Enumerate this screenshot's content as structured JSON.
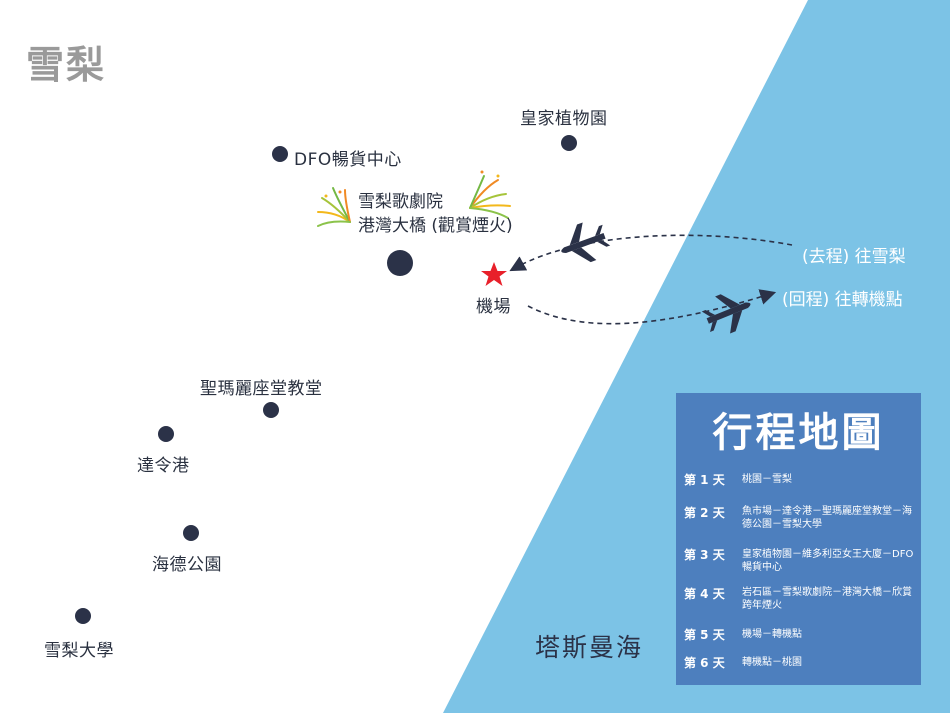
{
  "city_name": "雪梨",
  "sea_name": "塔斯曼海",
  "colors": {
    "sea": "#7cc3e6",
    "panel": "#4d7fbe",
    "dots": "#2b3248",
    "star": "#e8202a"
  },
  "places": {
    "botanic": "皇家植物園",
    "dfo": "DFO暢貨中心",
    "opera_line1": "雪梨歌劇院",
    "opera_line2": "港灣大橋 (觀賞煙火)",
    "airport": "機場",
    "st_mary": "聖瑪麗座堂教堂",
    "darling": "達令港",
    "hyde": "海德公園",
    "uni": "雪梨大學"
  },
  "routes": {
    "outbound": "(去程) 往雪梨",
    "return": "(回程) 往轉機點"
  },
  "itinerary": {
    "title": "行程地圖",
    "days": [
      {
        "day": "第 1 天",
        "desc": "桃園－雪梨"
      },
      {
        "day": "第 2 天",
        "desc": "魚市場－達令港－聖瑪麗座堂教堂－海德公園－雪梨大學"
      },
      {
        "day": "第 3 天",
        "desc": "皇家植物園－維多利亞女王大廈－DFO暢貨中心"
      },
      {
        "day": "第 4 天",
        "desc": "岩石區－雪梨歌劇院－港灣大橋－欣賞跨年煙火"
      },
      {
        "day": "第 5 天",
        "desc": "機場－轉機點"
      },
      {
        "day": "第 6 天",
        "desc": "轉機點－桃園"
      }
    ]
  }
}
